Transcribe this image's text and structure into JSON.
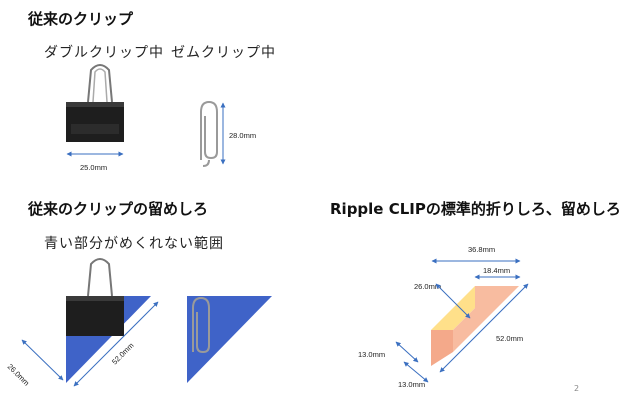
{
  "headings": {
    "conventional_clips": "従来のクリップ",
    "conventional_margin": "従来のクリップの留めしろ",
    "ripple_margin": "Ripple CLIPの標準的折りしろ、留めしろ"
  },
  "clip_types": {
    "double_clip": "ダブルクリップ中",
    "gem_clip": "ゼムクリップ中"
  },
  "dimensions": {
    "double_width": "25.0mm",
    "gem_height": "28.0mm",
    "margin_side": "26.0mm",
    "margin_diag": "52.0mm",
    "ripple_top": "36.8mm",
    "ripple_top_half": "18.4mm",
    "ripple_side": "26.0mm",
    "ripple_diag": "52.0mm",
    "ripple_small_1": "13.0mm",
    "ripple_small_2": "13.0mm"
  },
  "caption": "青い部分がめくれない範囲",
  "page_number": "2",
  "colors": {
    "blue_region": "#3f63c8",
    "ripple_yellow": "#ffe08a",
    "ripple_peach": "#f8bca0",
    "ripple_dark_peach": "#f4a98a",
    "arrow": "#3a6fc0"
  }
}
